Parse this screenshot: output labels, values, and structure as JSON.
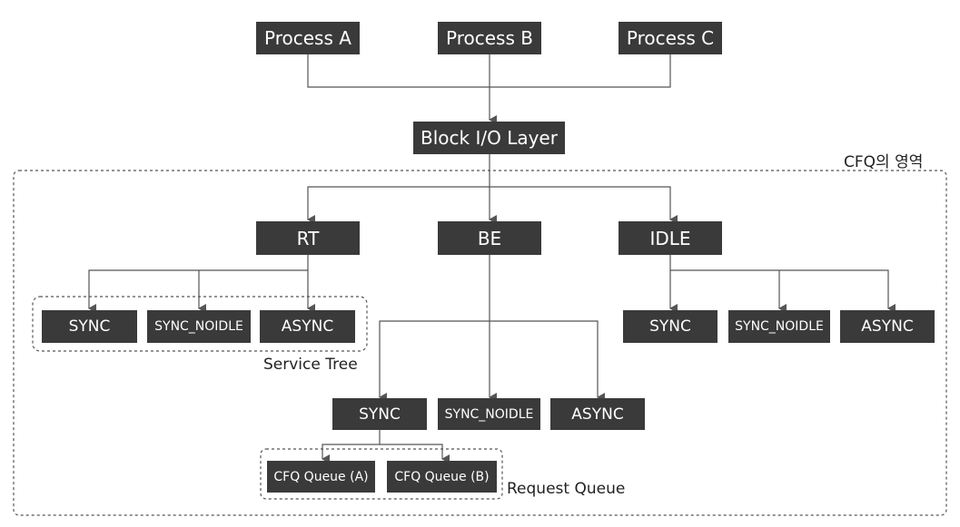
{
  "region_label": "CFQ의 영역",
  "processes": [
    "Process A",
    "Process B",
    "Process C"
  ],
  "block_layer": "Block I/O Layer",
  "classes": [
    "RT",
    "BE",
    "IDLE"
  ],
  "rt_queues": [
    "SYNC",
    "SYNC_NOIDLE",
    "ASYNC"
  ],
  "idle_queues": [
    "SYNC",
    "SYNC_NOIDLE",
    "ASYNC"
  ],
  "be_queues": [
    "SYNC",
    "SYNC_NOIDLE",
    "ASYNC"
  ],
  "request_queues": [
    "CFQ Queue (A)",
    "CFQ Queue (B)"
  ],
  "service_tree_label": "Service Tree",
  "request_queue_label": "Request Queue",
  "colors": {
    "box": "#3a3a3a",
    "box_text": "#ffffff",
    "line": "#555555",
    "dashed": "#555555"
  }
}
